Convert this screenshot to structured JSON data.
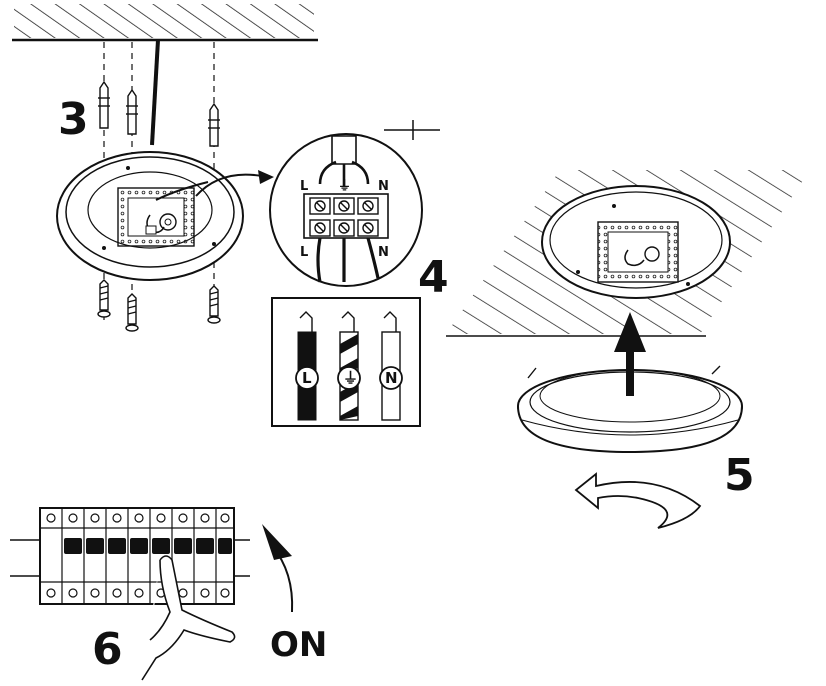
{
  "steps": {
    "step3": "3",
    "step4": "4",
    "step5": "5",
    "step6": "6"
  },
  "switch_label": "ON",
  "terminals": {
    "top_left": "L",
    "top_earth": "⏚",
    "top_right": "N",
    "bottom_left": "L",
    "bottom_right": "N"
  },
  "wire_codes": [
    "L",
    "⏚",
    "N"
  ],
  "colors": {
    "line": "#111111",
    "wire_live": "#111111",
    "wire_neutral": "#ffffff"
  }
}
